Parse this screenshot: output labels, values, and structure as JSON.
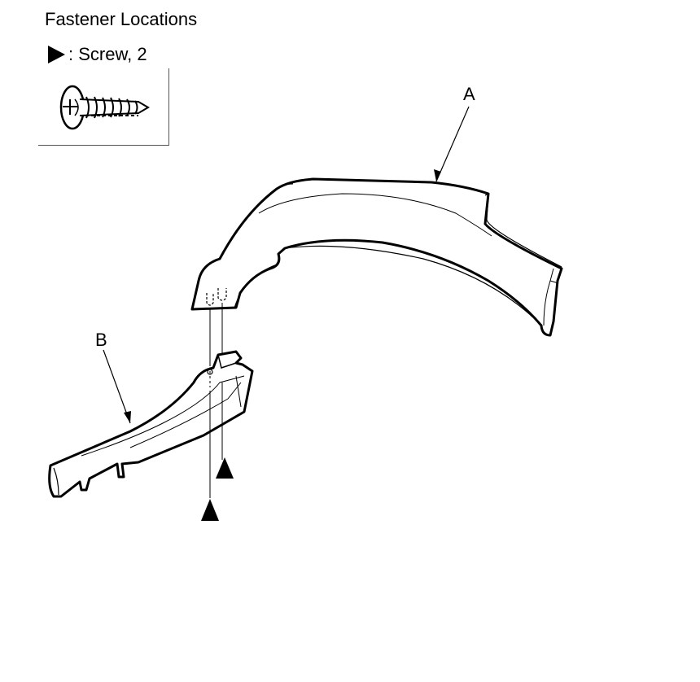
{
  "header": {
    "title": "Fastener Locations"
  },
  "legend": {
    "symbol_icon": "filled-triangle-arrow-icon",
    "text": ": Screw, 2",
    "screw_icon": "phillips-tapping-screw-icon"
  },
  "callouts": {
    "a": "A",
    "b": "B"
  },
  "colors": {
    "line": "#000000",
    "background": "#ffffff"
  }
}
